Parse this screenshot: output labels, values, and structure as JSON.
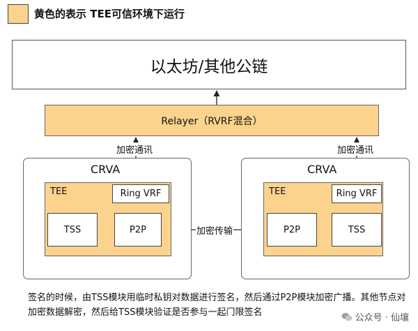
{
  "legend": {
    "text": "黄色的表示 TEE可信环境下运行",
    "color": "#fbd38d"
  },
  "blockchain": {
    "label": "以太坊/其他公链"
  },
  "relayer": {
    "label": "Relayer（RVRF混合）"
  },
  "links": {
    "left_encrypted": "加密通讯",
    "right_encrypted": "加密通讯",
    "p2p_link": "加密传输"
  },
  "left_node": {
    "title": "CRVA",
    "tee": {
      "title": "TEE",
      "ring_vrf": "Ring VRF",
      "tss": "TSS",
      "p2p": "P2P"
    }
  },
  "right_node": {
    "title": "CRVA",
    "tee": {
      "title": "TEE",
      "ring_vrf": "Ring VRF",
      "tss": "TSS",
      "p2p": "P2P"
    }
  },
  "caption": "签名的时候，由TSS模块用临时私钥对数据进行签名，然后通过P2P模块加密广播。其他节点对加密数据解密，然后给TSS模块验证是否参与一起门限签名",
  "watermark": {
    "text": "公众号 · 仙壤",
    "icon": "wechat-icon"
  }
}
